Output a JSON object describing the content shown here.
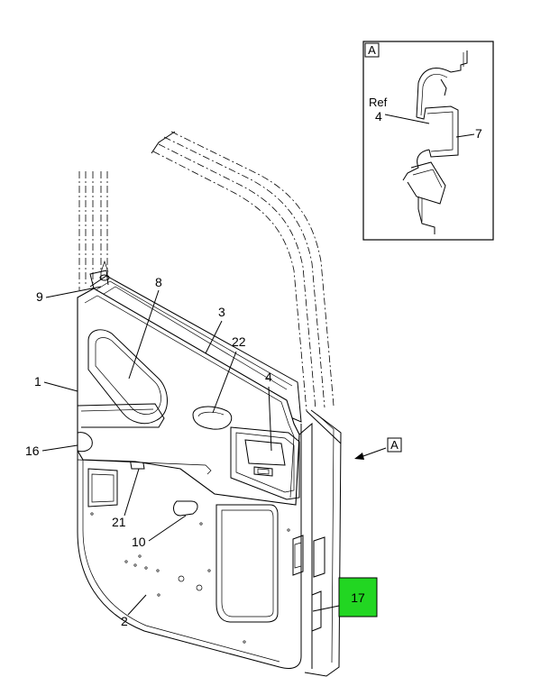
{
  "diagram": {
    "callouts": {
      "c1": "1",
      "c2": "2",
      "c3": "3",
      "c4": "4",
      "c8": "8",
      "c9": "9",
      "c10": "10",
      "c16": "16",
      "c17": "17",
      "c21": "21",
      "c22": "22"
    },
    "view_marker": "A",
    "detail": {
      "title": "A",
      "ref_label": "Ref",
      "ref_number": "4",
      "part_7": "7"
    },
    "highlight_color": "#22d622"
  }
}
